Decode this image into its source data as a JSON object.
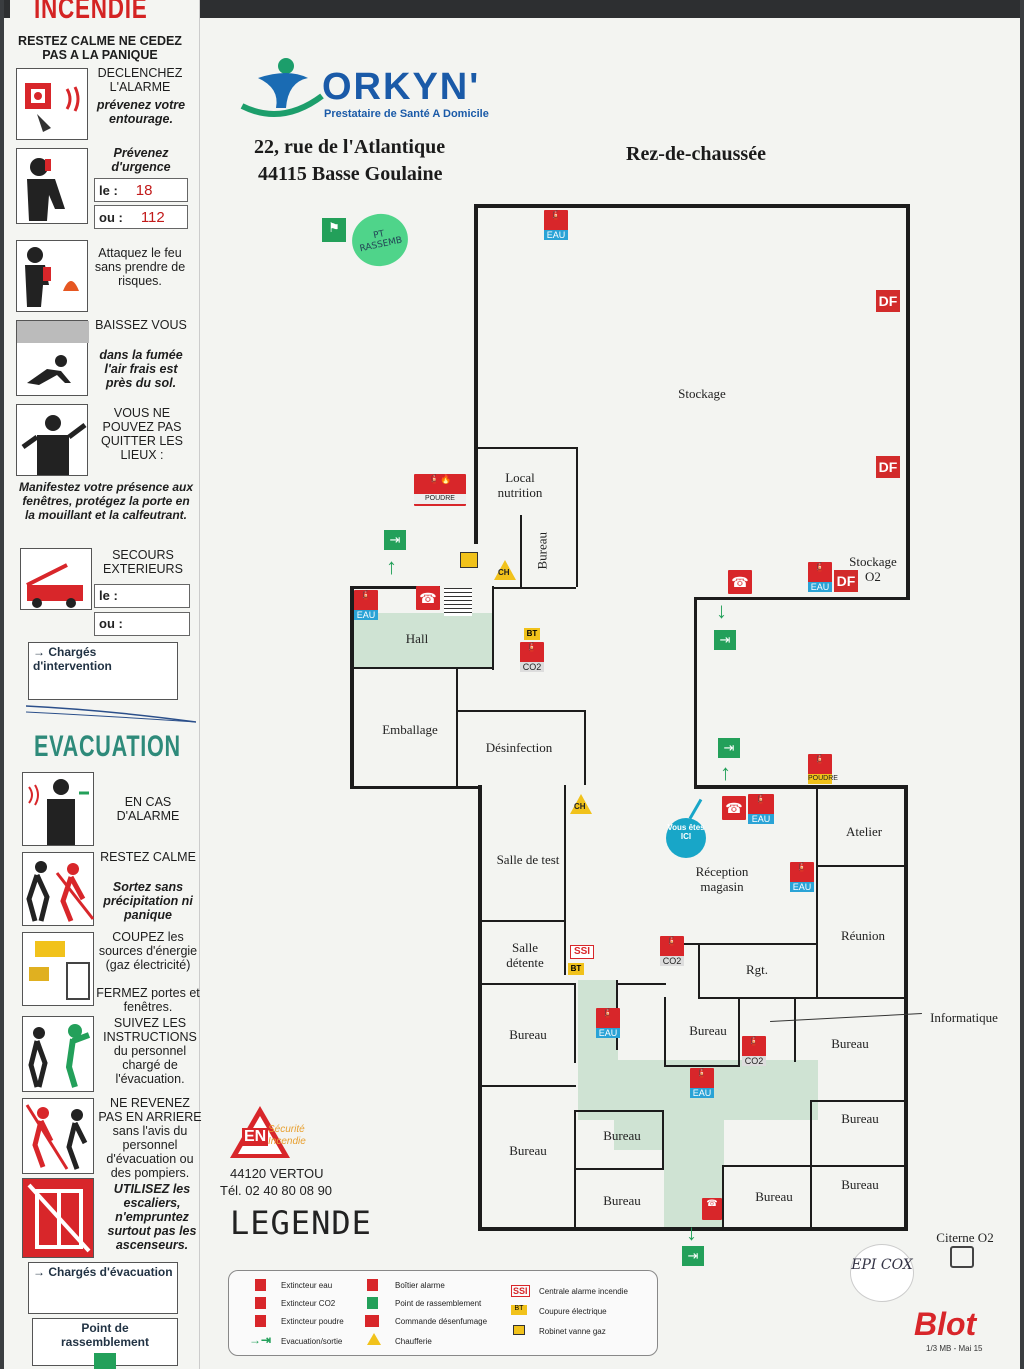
{
  "left_panel": {
    "title": "INCENDIE",
    "intro": "RESTEZ CALME NE CEDEZ PAS A LA PANIQUE",
    "alarm_1": "DECLENCHEZ L'ALARME",
    "alarm_2": "prévenez votre entourage.",
    "urgence": "Prévenez d'urgence",
    "phone_label_1": "le :",
    "phone_value_1": "18",
    "phone_label_2": "ou :",
    "phone_value_2": "112",
    "attack": "Attaquez le feu sans prendre de risques.",
    "smoke_1": "BAISSEZ VOUS",
    "smoke_2": "dans la fumée l'air frais est près du sol.",
    "trapped": "VOUS NE POUVEZ PAS QUITTER LES LIEUX :",
    "trapped_instr": "Manifestez votre présence aux fenêtres, protégez la porte en la mouillant et la calfeutrant.",
    "secours": "SECOURS EXTERIEURS",
    "secours_le": "le :",
    "secours_ou": "ou :",
    "charges_intervention": "→ Chargés d'intervention",
    "evacuation_title": "EVACUATION",
    "evac_1": "EN CAS D'ALARME",
    "evac_2a": "RESTEZ CALME",
    "evac_2b": "Sortez sans précipitation ni panique",
    "evac_3a": "COUPEZ les sources d'énergie (gaz électricité)",
    "evac_3b": "FERMEZ portes et fenêtres.",
    "evac_4": "SUIVEZ LES INSTRUCTIONS du personnel chargé de l'évacuation.",
    "evac_5": "NE REVENEZ PAS EN ARRIERE sans l'avis du personnel d'évacuation ou des pompiers.",
    "evac_6": "UTILISEZ les escaliers, n'empruntez surtout pas les ascenseurs.",
    "charges_evacuation": "→ Chargés d'évacuation",
    "point_rassemblement": "Point de rassemblement"
  },
  "header": {
    "brand": "ORKYN'",
    "tagline": "Prestataire de Santé A Domicile",
    "address_1": "22, rue de l'Atlantique",
    "address_2": "44115 Basse Goulaine",
    "floor": "Rez-de-chaussée",
    "sticker": "PT RASSEMB"
  },
  "rooms": {
    "stockage": "Stockage",
    "stockage_o2": "Stockage O2",
    "local_nutrition": "Local nutrition",
    "bureau_small": "Bureau",
    "hall": "Hall",
    "emballage": "Emballage",
    "desinfection": "Désinfection",
    "salle_test": "Salle de test",
    "reception": "Réception magasin",
    "atelier": "Atelier",
    "reunion": "Réunion",
    "salle_detente": "Salle détente",
    "rgt": "Rgt.",
    "informatique": "Informatique",
    "bureau": "Bureau",
    "vous_etes_ici": "Vous êtes ICI",
    "citerne": "Citerne O2"
  },
  "signs": {
    "eau": "EAU",
    "co2": "CO2",
    "poudre": "POUDRE",
    "df": "DF",
    "ch": "CH",
    "ssi": "SSI",
    "bt": "BT"
  },
  "footer": {
    "installer_logo": "EN",
    "installer_sub": "Sécurité Incendie",
    "installer_city": "44120 VERTOU",
    "installer_tel": "Tél. 02 40 80 08 90",
    "legende": "LEGENDE",
    "handwritten": "EPI COX",
    "blot": "Blot",
    "blot_ref": "1/3 MB - Mai 15"
  },
  "legend": {
    "items": [
      "Extincteur eau",
      "Extincteur CO2",
      "Extincteur poudre",
      "Evacuation/sortie",
      "Boîtier alarme",
      "Point de rassemblement",
      "Commande désenfumage",
      "Chaufferie",
      "Centrale alarme incendie",
      "Coupure électrique",
      "Robinet vanne gaz"
    ]
  },
  "colors": {
    "red": "#d8262a",
    "green": "#23a05a",
    "zone": "#cfe3d3",
    "teal": "#2e8a7a"
  }
}
